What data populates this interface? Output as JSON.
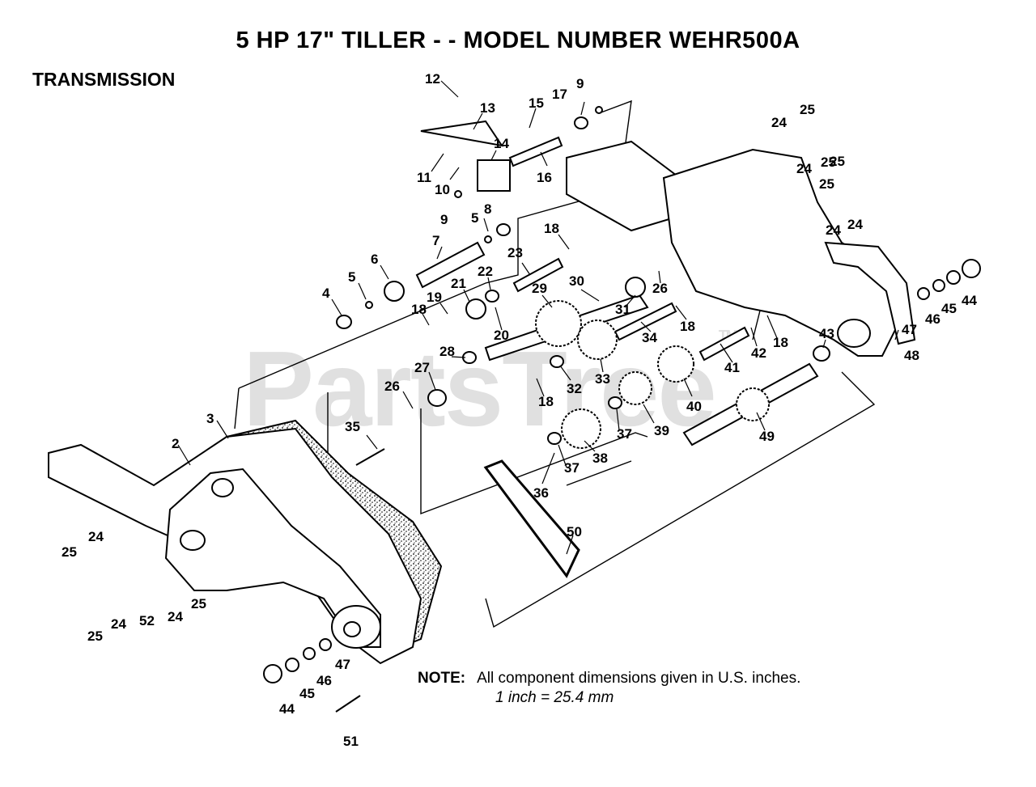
{
  "header": {
    "title": "5 HP 17\" TILLER - - MODEL NUMBER WEHR500A",
    "section": "TRANSMISSION"
  },
  "watermark": {
    "text": "PartsTree",
    "mark": "TM"
  },
  "note": {
    "label": "NOTE:",
    "line1": "All component dimensions given in U.S. inches.",
    "line2": "1 inch = 25.4 mm"
  },
  "callouts": [
    "12",
    "13",
    "15",
    "17",
    "9",
    "14",
    "11",
    "10",
    "16",
    "9",
    "8",
    "5",
    "7",
    "18",
    "23",
    "6",
    "5",
    "4",
    "22",
    "21",
    "19",
    "18",
    "29",
    "30",
    "31",
    "26",
    "20",
    "18",
    "34",
    "28",
    "27",
    "26",
    "32",
    "18",
    "33",
    "40",
    "39",
    "41",
    "42",
    "18",
    "43",
    "35",
    "3",
    "2",
    "38",
    "37",
    "36",
    "37",
    "49",
    "24",
    "25",
    "24",
    "25",
    "24",
    "24",
    "25",
    "25",
    "44",
    "45",
    "46",
    "47",
    "48",
    "50",
    "24",
    "25",
    "24",
    "52",
    "25",
    "24",
    "25",
    "47",
    "46",
    "45",
    "44",
    "51"
  ],
  "colors": {
    "ink": "#000000",
    "watermark": "#e0e0e0"
  }
}
